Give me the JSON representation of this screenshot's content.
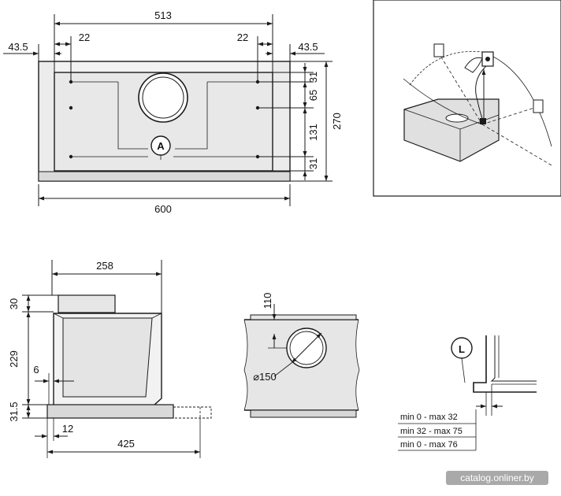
{
  "front_view": {
    "total_width": "513",
    "left_offset": "43.5",
    "right_offset": "43.5",
    "left_inset": "22",
    "right_inset": "22",
    "overall_width": "600",
    "overall_height": "270",
    "v_top": "31",
    "v_upper": "65",
    "v_mid": "131",
    "v_bottom": "31",
    "outlet_label": "A"
  },
  "side_view": {
    "top_width": "258",
    "duct_height": "30",
    "body_height": "229",
    "wall_gap": "6",
    "base_height": "31.5",
    "front_offset": "12",
    "depth": "425"
  },
  "duct_view": {
    "offset": "110",
    "diameter": "⌀150"
  },
  "detail_view": {
    "label": "L",
    "rows": [
      "min 0 - max 32",
      "min 32 - max 75",
      "min 0 - max 76"
    ]
  },
  "watermark": "catalog.onliner.by",
  "colors": {
    "line": "#1a1a1a",
    "fill_light": "#e6e6e6",
    "fill_mid": "#d7d7d7",
    "watermark_bg": "#9a9a9a"
  }
}
